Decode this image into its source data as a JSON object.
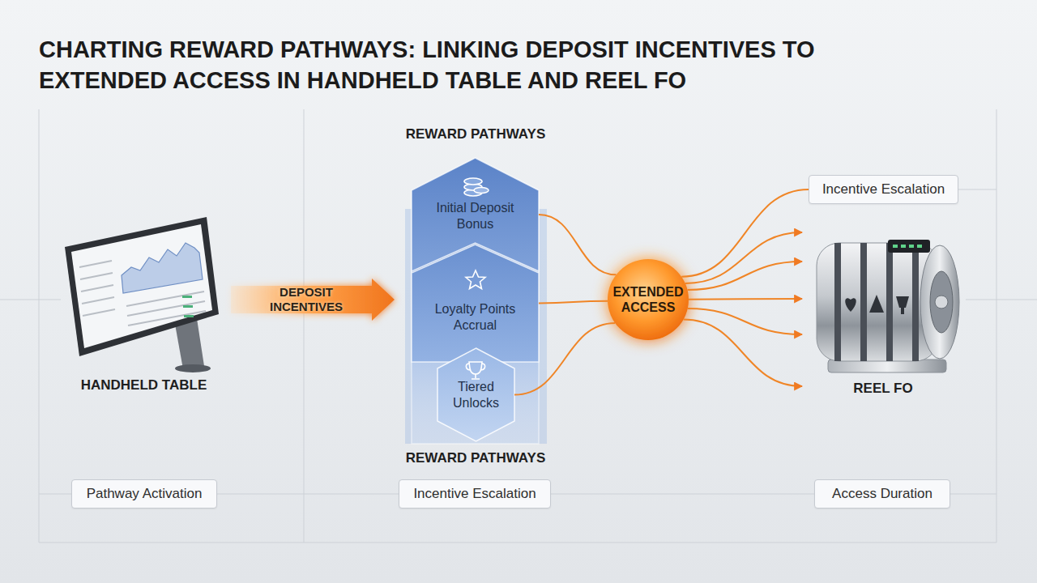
{
  "diagram": {
    "title": "CHARTING REWARD PATHWAYS: LINKING DEPOSIT INCENTIVES TO EXTENDED ACCESS IN HANDHELD TABLE AND REEL FO",
    "nodes": [
      {
        "text": [
          "HANDHELD TABLE"
        ]
      },
      {
        "text": [
          "REWARD PATHWAYS"
        ]
      },
      {
        "text": [
          "Initial Deposit Bonus"
        ],
        "in": 1
      },
      {
        "text": [
          "Loyalty Points Accrual"
        ],
        "in": 1
      },
      {
        "text": [
          "Tiered Unlocks"
        ],
        "in": 1
      },
      {
        "text": [
          "EXTENDED ACCESS"
        ]
      },
      {
        "text": [
          "Incentive Escalation"
        ]
      },
      {
        "text": [
          "REEL FO"
        ]
      },
      {
        "text": [
          "Pathway Activation"
        ]
      },
      {
        "text": [
          "Incentive Escalation"
        ]
      },
      {
        "text": [
          "Access Duration"
        ]
      }
    ],
    "edges": [
      {
        "from": 0,
        "to": 1,
        "label": "DEPOSIT INCENTIVES",
        "arrow": "to"
      },
      {
        "from": 2,
        "to": 5,
        "arrow": "none"
      },
      {
        "from": 3,
        "to": 5,
        "arrow": "none"
      },
      {
        "from": 4,
        "to": 5,
        "arrow": "none"
      },
      {
        "from": 5,
        "to": 6,
        "arrow": "none"
      },
      {
        "from": 5,
        "to": 7,
        "arrow": "to"
      },
      {
        "from": 5,
        "to": 7,
        "arrow": "to"
      },
      {
        "from": 5,
        "to": 7,
        "arrow": "to"
      },
      {
        "from": 5,
        "to": 7,
        "arrow": "to"
      },
      {
        "from": 5,
        "to": 7,
        "arrow": "to"
      }
    ],
    "labels": [
      "REWARD PATHWAYS"
    ]
  }
}
